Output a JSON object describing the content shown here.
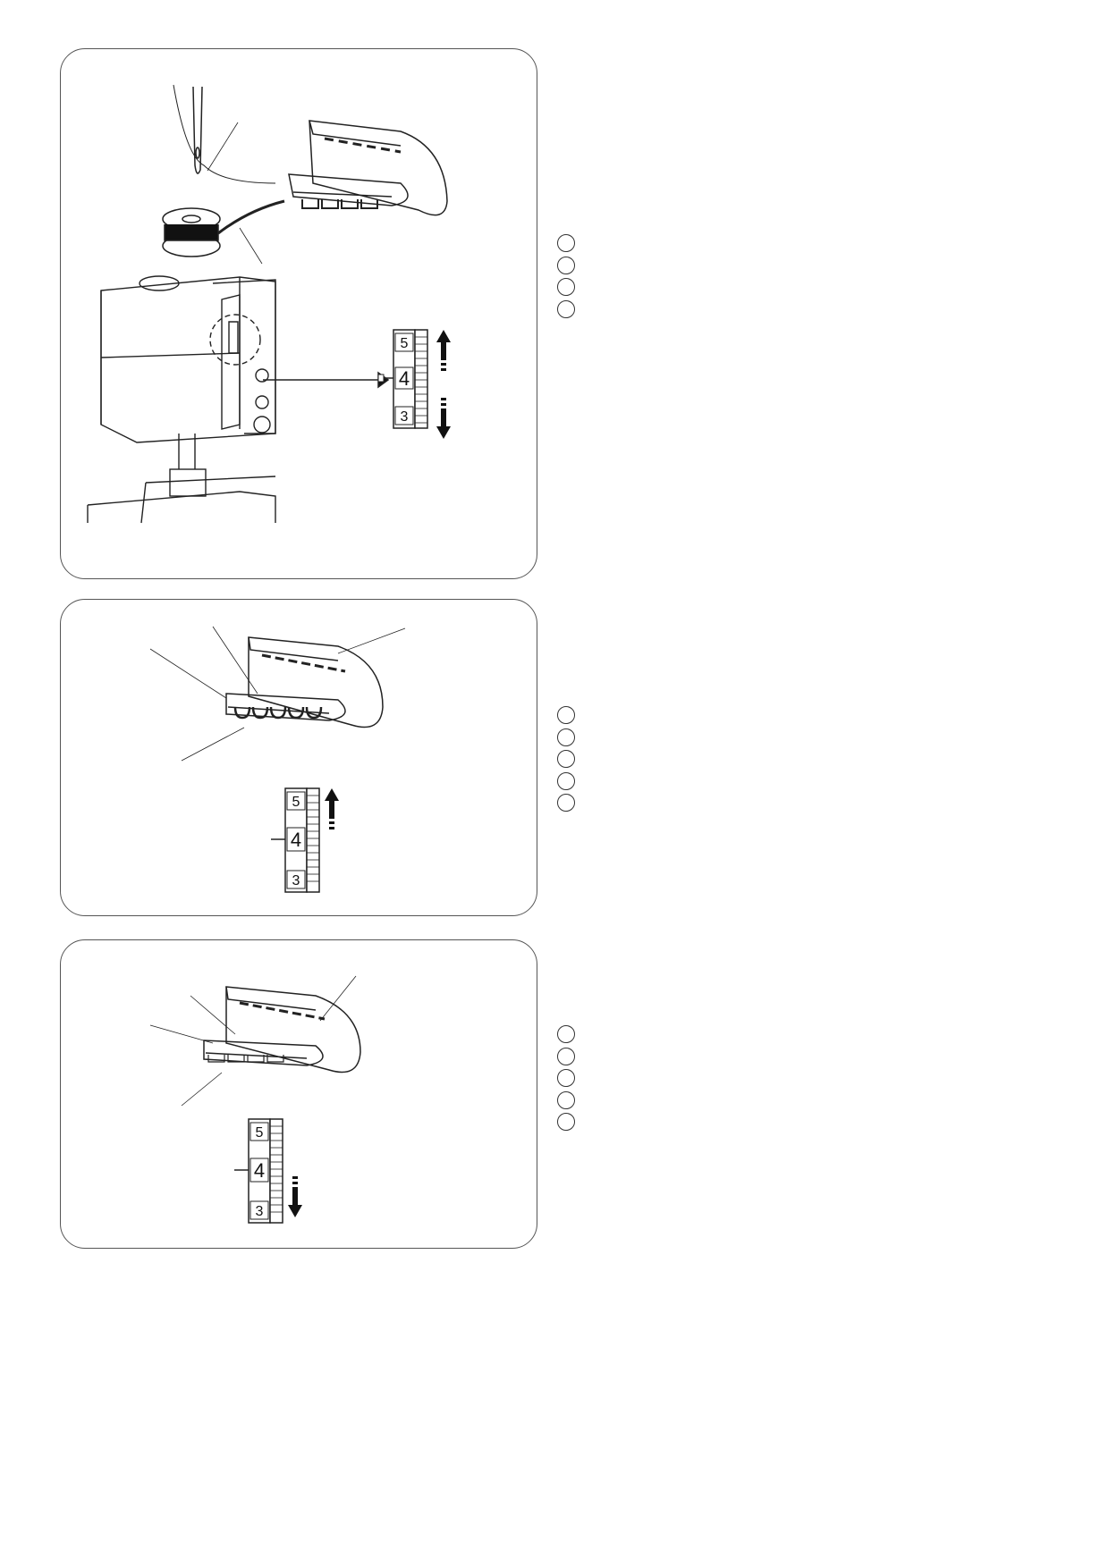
{
  "dials": [
    {
      "top": "5",
      "center": "4",
      "bottom": "3",
      "arrows": "up-and-down"
    },
    {
      "top": "5",
      "center": "4",
      "bottom": "3",
      "arrows": "up"
    },
    {
      "top": "5",
      "center": "4",
      "bottom": "3",
      "arrows": "down"
    }
  ],
  "callout_groups": [
    {
      "count": 4
    },
    {
      "count": 5
    },
    {
      "count": 5
    }
  ],
  "icons": [
    "needle-icon",
    "bobbin-icon",
    "sewing-machine-icon",
    "tension-dial-icon",
    "arrow-up-icon",
    "arrow-down-icon"
  ],
  "colors": {
    "line": "#222222",
    "frame": "#555555"
  }
}
